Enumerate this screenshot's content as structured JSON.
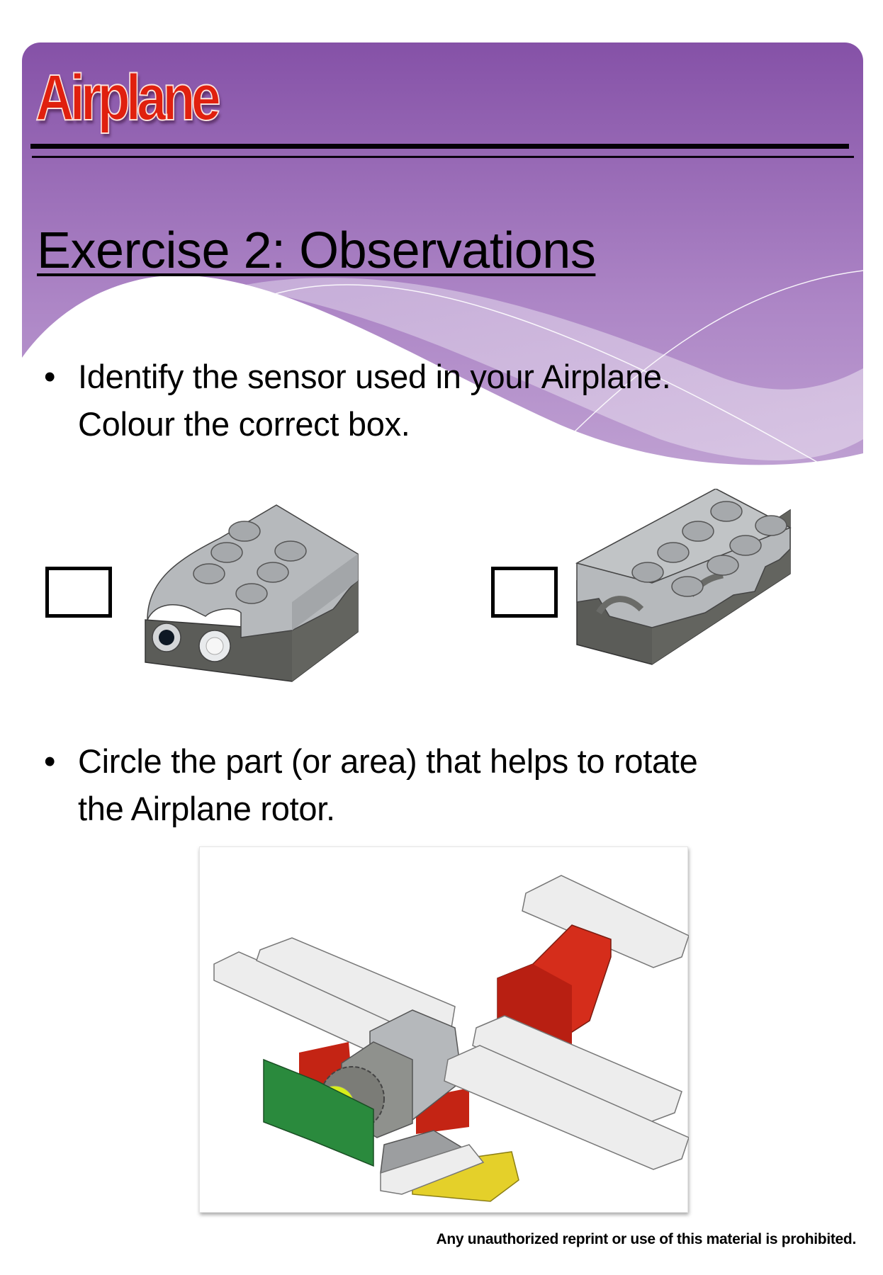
{
  "header": {
    "brand_title": "Airplane",
    "colors": {
      "panel_top": "#8551a7",
      "panel_bottom": "#b18fca",
      "title_red": "#e0200e"
    }
  },
  "page": {
    "title": "Exercise 2: Observations"
  },
  "questions": [
    {
      "bullet": "•",
      "lines": [
        "Identify the sensor used in your Airplane.",
        "Colour the correct box."
      ],
      "options": [
        {
          "checkbox_checked": false,
          "image": "light-sensor-brick-icon"
        },
        {
          "checkbox_checked": false,
          "image": "tilt-sensor-brick-icon"
        }
      ]
    },
    {
      "bullet": "•",
      "lines": [
        "Circle the part (or area) that helps to rotate",
        "the Airplane rotor."
      ],
      "image": "lego-airplane-model-illustration"
    }
  ],
  "footer": {
    "notice": "Any unauthorized reprint or use of this material is prohibited."
  }
}
